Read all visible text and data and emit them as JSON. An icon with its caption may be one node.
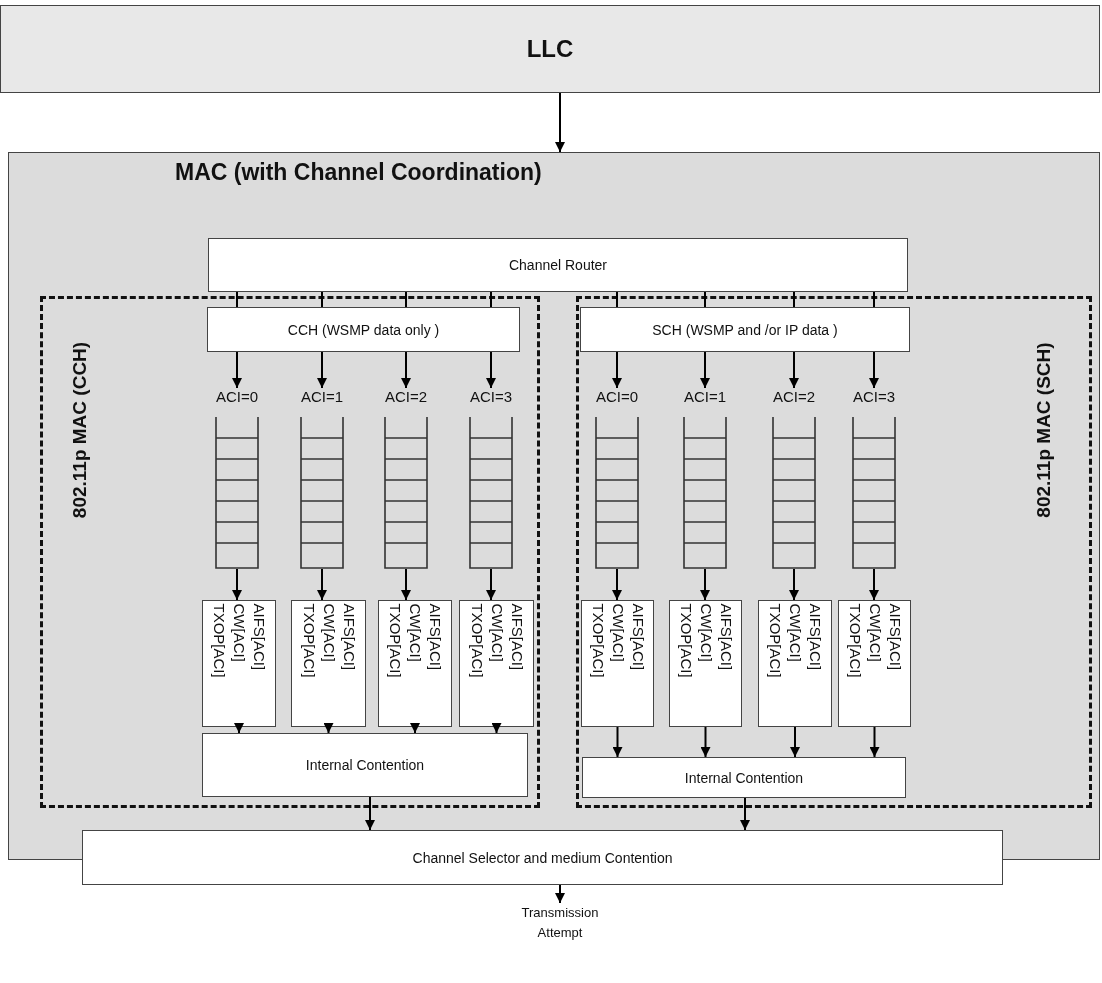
{
  "diagram": {
    "nodes": [
      {
        "text": [
          "LLC"
        ]
      },
      {
        "text": [
          "MAC (with Channel Coordination)"
        ]
      },
      {
        "text": [
          "Channel Router"
        ],
        "in": 1
      },
      {
        "text": [
          "802.11p MAC (CCH)"
        ],
        "in": 1
      },
      {
        "text": [
          "CCH (WSMP data only )"
        ],
        "in": 3
      },
      {
        "text": [
          "ACI=0"
        ],
        "in": 3
      },
      {
        "text": [
          "ACI=1"
        ],
        "in": 3
      },
      {
        "text": [
          "ACI=2"
        ],
        "in": 3
      },
      {
        "text": [
          "ACI=3"
        ],
        "in": 3
      },
      {
        "text": [
          "AIFS[ACI]",
          "CW[ACI]",
          "TXOP[ACI]"
        ],
        "in": 3
      },
      {
        "text": [
          "AIFS[ACI]",
          "CW[ACI]",
          "TXOP[ACI]"
        ],
        "in": 3
      },
      {
        "text": [
          "AIFS[ACI]",
          "CW[ACI]",
          "TXOP[ACI]"
        ],
        "in": 3
      },
      {
        "text": [
          "AIFS[ACI]",
          "CW[ACI]",
          "TXOP[ACI]"
        ],
        "in": 3
      },
      {
        "text": [
          "Internal Contention"
        ],
        "in": 3
      },
      {
        "text": [
          "802.11p MAC (SCH)"
        ],
        "in": 1
      },
      {
        "text": [
          "SCH (WSMP and /or IP data )"
        ],
        "in": 14
      },
      {
        "text": [
          "ACI=0"
        ],
        "in": 14
      },
      {
        "text": [
          "ACI=1"
        ],
        "in": 14
      },
      {
        "text": [
          "ACI=2"
        ],
        "in": 14
      },
      {
        "text": [
          "ACI=3"
        ],
        "in": 14
      },
      {
        "text": [
          "AIFS[ACI]",
          "CW[ACI]",
          "TXOP[ACI]"
        ],
        "in": 14
      },
      {
        "text": [
          "AIFS[ACI]",
          "CW[ACI]",
          "TXOP[ACI]"
        ],
        "in": 14
      },
      {
        "text": [
          "AIFS[ACI]",
          "CW[ACI]",
          "TXOP[ACI]"
        ],
        "in": 14
      },
      {
        "text": [
          "AIFS[ACI]",
          "CW[ACI]",
          "TXOP[ACI]"
        ],
        "in": 14
      },
      {
        "text": [
          "Internal Contention"
        ],
        "in": 14
      },
      {
        "text": [
          "Channel Selector and medium Contention"
        ]
      },
      {
        "text": [
          "Transmission Attempt"
        ]
      }
    ],
    "edges": [
      {
        "from": 0,
        "to": 1,
        "arrow": "to"
      },
      {
        "from": 2,
        "to": 4,
        "arrow": "none"
      },
      {
        "from": 2,
        "to": 4,
        "arrow": "none"
      },
      {
        "from": 2,
        "to": 4,
        "arrow": "none"
      },
      {
        "from": 2,
        "to": 4,
        "arrow": "none"
      },
      {
        "from": 2,
        "to": 15,
        "arrow": "none"
      },
      {
        "from": 2,
        "to": 15,
        "arrow": "none"
      },
      {
        "from": 2,
        "to": 15,
        "arrow": "none"
      },
      {
        "from": 2,
        "to": 15,
        "arrow": "none"
      },
      {
        "from": 4,
        "to": 5,
        "arrow": "to"
      },
      {
        "from": 4,
        "to": 6,
        "arrow": "to"
      },
      {
        "from": 4,
        "to": 7,
        "arrow": "to"
      },
      {
        "from": 4,
        "to": 8,
        "arrow": "to"
      },
      {
        "from": 5,
        "to": 9,
        "arrow": "to"
      },
      {
        "from": 6,
        "to": 10,
        "arrow": "to"
      },
      {
        "from": 7,
        "to": 11,
        "arrow": "to"
      },
      {
        "from": 8,
        "to": 12,
        "arrow": "to"
      },
      {
        "from": 9,
        "to": 13,
        "arrow": "to"
      },
      {
        "from": 10,
        "to": 13,
        "arrow": "to"
      },
      {
        "from": 11,
        "to": 13,
        "arrow": "to"
      },
      {
        "from": 12,
        "to": 13,
        "arrow": "to"
      },
      {
        "from": 15,
        "to": 16,
        "arrow": "to"
      },
      {
        "from": 15,
        "to": 17,
        "arrow": "to"
      },
      {
        "from": 15,
        "to": 18,
        "arrow": "to"
      },
      {
        "from": 15,
        "to": 19,
        "arrow": "to"
      },
      {
        "from": 16,
        "to": 20,
        "arrow": "to"
      },
      {
        "from": 17,
        "to": 21,
        "arrow": "to"
      },
      {
        "from": 18,
        "to": 22,
        "arrow": "to"
      },
      {
        "from": 19,
        "to": 23,
        "arrow": "to"
      },
      {
        "from": 20,
        "to": 24,
        "arrow": "to"
      },
      {
        "from": 21,
        "to": 24,
        "arrow": "to"
      },
      {
        "from": 22,
        "to": 24,
        "arrow": "to"
      },
      {
        "from": 23,
        "to": 24,
        "arrow": "to"
      },
      {
        "from": 13,
        "to": 25,
        "arrow": "to"
      },
      {
        "from": 24,
        "to": 25,
        "arrow": "to"
      },
      {
        "from": 25,
        "to": 26,
        "arrow": "to"
      }
    ]
  }
}
